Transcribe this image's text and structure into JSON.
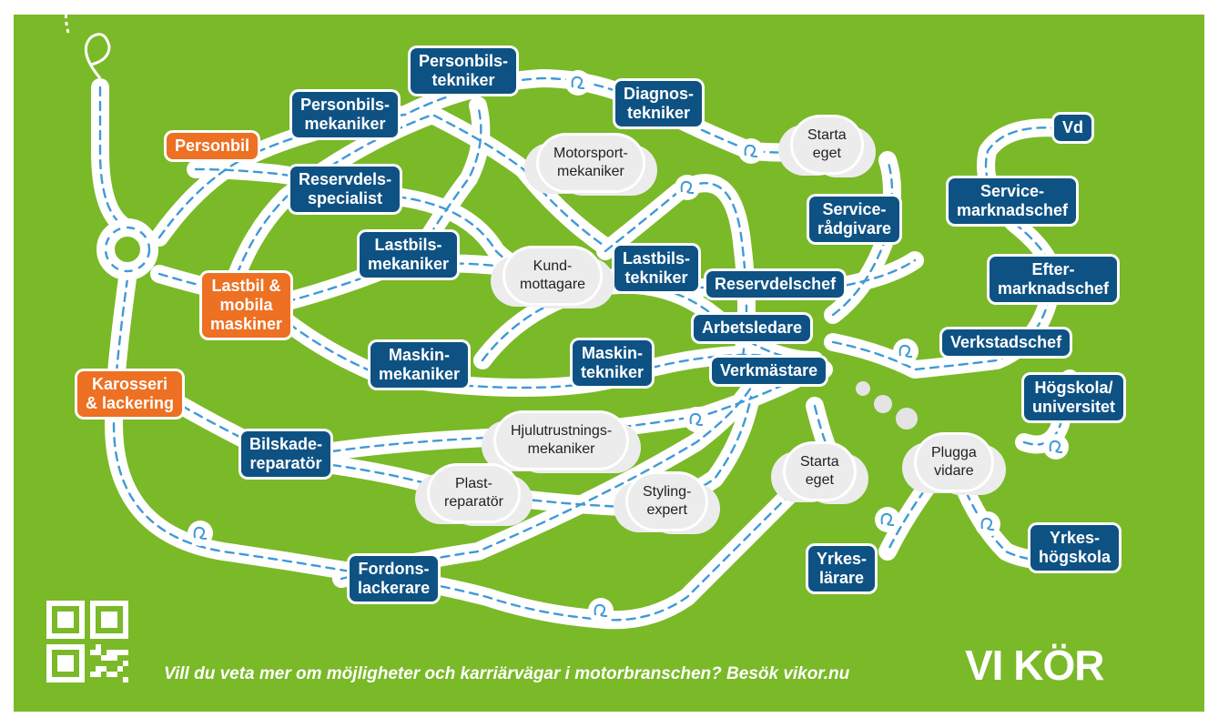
{
  "nodes": {
    "personbil": "Personbil",
    "lastbil": "Lastbil &\nmobila\nmaskiner",
    "karosseri": "Karosseri\n& lackering",
    "personbilstekniker": "Personbils-\ntekniker",
    "personbilsmekaniker": "Personbils-\nmekaniker",
    "diagnostekniker": "Diagnos-\ntekniker",
    "reservdelsspecialist": "Reservdels-\nspecialist",
    "lastbilsmekaniker": "Lastbils-\nmekaniker",
    "lastbilstekniker": "Lastbils-\ntekniker",
    "reservdelschef": "Reservdelschef",
    "servicemarknadschef": "Service-\nmarknadschef",
    "servicerådgivare": "Service-\nrådgivare",
    "vd": "Vd",
    "eftermarknadschef": "Efter-\nmarknadschef",
    "arbetsledare": "Arbetsledare",
    "verkstadschef": "Verkstadschef",
    "maskinmekaniker": "Maskin-\nmekaniker",
    "maskintekniker": "Maskin-\ntekniker",
    "verkmastare": "Verkmästare",
    "hogskola": "Högskola/\nuniversitet",
    "bilskadereparator": "Bilskade-\nreparatör",
    "fordonslackerare": "Fordons-\nlackerare",
    "yrkeslarare": "Yrkes-\nlärare",
    "yrkeshogskola": "Yrkes-\nhögskola"
  },
  "clouds": {
    "starta_eget_top": "Starta\neget",
    "motorsportmekaniker": "Motorsport-\nmekaniker",
    "kundmottagare": "Kund-\nmottagare",
    "hjulutrustningsmekaniker": "Hjulutrustnings-\nmekaniker",
    "plastreparator": "Plast-\nreparatör",
    "stylingexpert": "Styling-\nexpert",
    "starta_eget_bottom": "Starta\neget",
    "plugga_vidare": "Plugga\nvidare"
  },
  "footer": {
    "text": "Vill du veta mer om möjligheter och karriärvägar i motorbranschen? Besök vikor.nu",
    "logo": "VI KÖR"
  },
  "colors": {
    "background": "#7ab928",
    "node_blue": "#0e5284",
    "node_orange": "#ed7023",
    "road": "#ffffff",
    "road_dash": "#3f9ad6",
    "cloud": "#ececec"
  },
  "icons": [
    "start-loop-icon",
    "road-loop-icon",
    "qr-code-icon",
    "vikor-logo-icon"
  ]
}
